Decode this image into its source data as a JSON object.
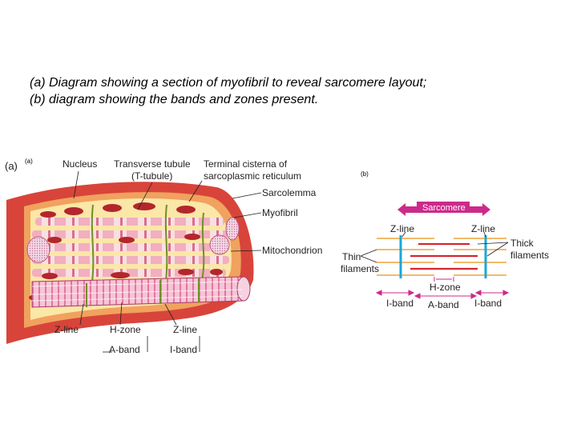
{
  "caption": {
    "line1": "(a) Diagram showing a section of myofibril to reveal sarcomere layout;",
    "line2": "(b) diagram showing the bands and zones present."
  },
  "slide_labels": {
    "a": "(a)",
    "b": "(b)"
  },
  "figure_a": {
    "panel_label": "(a)",
    "labels": {
      "nucleus": "Nucleus",
      "transverse_tubule_1": "Transverse tubule",
      "transverse_tubule_2": "(T-tubule)",
      "terminal_cisterna_1": "Terminal cisterna of",
      "terminal_cisterna_2": "sarcoplasmic reticulum",
      "sarcolemma": "Sarcolemma",
      "myofibril": "Myofibril",
      "mitochondrion": "Mitochondrion",
      "z_line_left": "Z-line",
      "h_zone": "H-zone",
      "z_line_right": "Z-line",
      "a_band": "A-band",
      "i_band": "I-band"
    }
  },
  "figure_b": {
    "labels": {
      "sarcomere": "Sarcomere",
      "z_line_left": "Z-line",
      "z_line_right": "Z-line",
      "thick_filaments_1": "Thick",
      "thick_filaments_2": "filaments",
      "thin_filaments_1": "Thin",
      "thin_filaments_2": "filaments",
      "h_zone": "H-zone",
      "i_band_left": "I-band",
      "a_band": "A-band",
      "i_band_right": "I-band"
    },
    "colors": {
      "thin_filament": "#f2a33a",
      "thick_filament": "#d6262f",
      "z_line": "#1aa7d9",
      "arrows": "#cc2a8a"
    }
  }
}
